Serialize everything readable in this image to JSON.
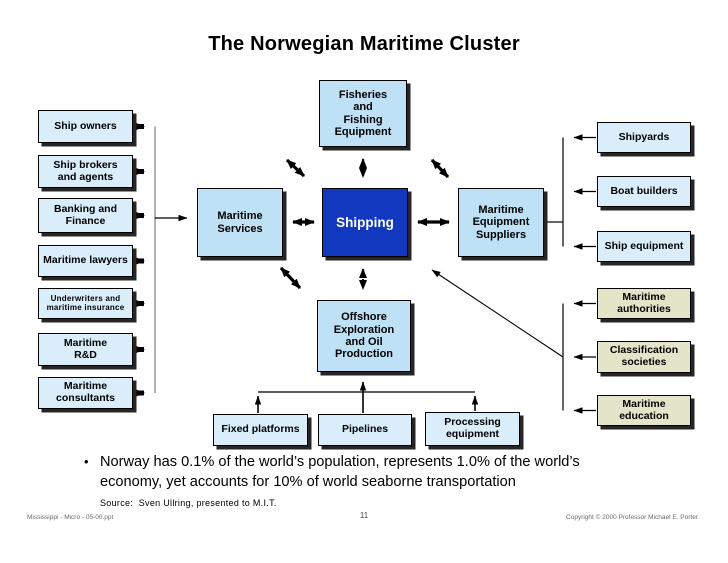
{
  "header": {
    "title": "The Norwegian Maritime Cluster"
  },
  "boxes": {
    "ship_owners": {
      "label": "Ship owners"
    },
    "ship_brokers": {
      "label": "Ship brokers\nand agents"
    },
    "banking": {
      "label": "Banking and\nFinance"
    },
    "lawyers": {
      "label": "Maritime lawyers"
    },
    "underwriters": {
      "label": "Underwriters and\nmaritime insurance"
    },
    "rnd": {
      "label": "Maritime\nR&D"
    },
    "consultants": {
      "label": "Maritime\nconsultants"
    },
    "fisheries": {
      "label": "Fisheries\nand\nFishing\nEquipment"
    },
    "services": {
      "label": "Maritime\nServices"
    },
    "shipping": {
      "label": "Shipping"
    },
    "suppliers": {
      "label": "Maritime\nEquipment\nSuppliers"
    },
    "offshore": {
      "label": "Offshore\nExploration\nand Oil\nProduction"
    },
    "shipyards": {
      "label": "Shipyards"
    },
    "boat_builders": {
      "label": "Boat builders"
    },
    "ship_equipment": {
      "label": "Ship equipment"
    },
    "authorities": {
      "label": "Maritime\nauthorities"
    },
    "classification": {
      "label": "Classification\nsocieties"
    },
    "education": {
      "label": "Maritime\neducation"
    },
    "platforms": {
      "label": "Fixed platforms"
    },
    "pipelines": {
      "label": "Pipelines"
    },
    "processing": {
      "label": "Processing\nequipment"
    }
  },
  "notes": {
    "bullet_marker": "•",
    "bullet": "Norway has 0.1% of the world’s population, represents 1.0% of the world’s\neconomy, yet accounts for 10% of world seaborne transportation",
    "source": "Source:  Sven Ullring, presented to M.I.T."
  },
  "footer": {
    "file_name": "Mississippi - Micro - 05-00.ppt",
    "page_number": "11",
    "copyright": "Copyright © 2000 Professor Michael E. Porter"
  },
  "colors": {
    "box_light_blue": "#D9EDFB",
    "box_medium_blue": "#BEE1F5",
    "box_dark_blue": "#1138BE",
    "box_beige": "#E4E4C9",
    "shadow": "#262626",
    "collector_line_gray": "#8f8f8f"
  }
}
